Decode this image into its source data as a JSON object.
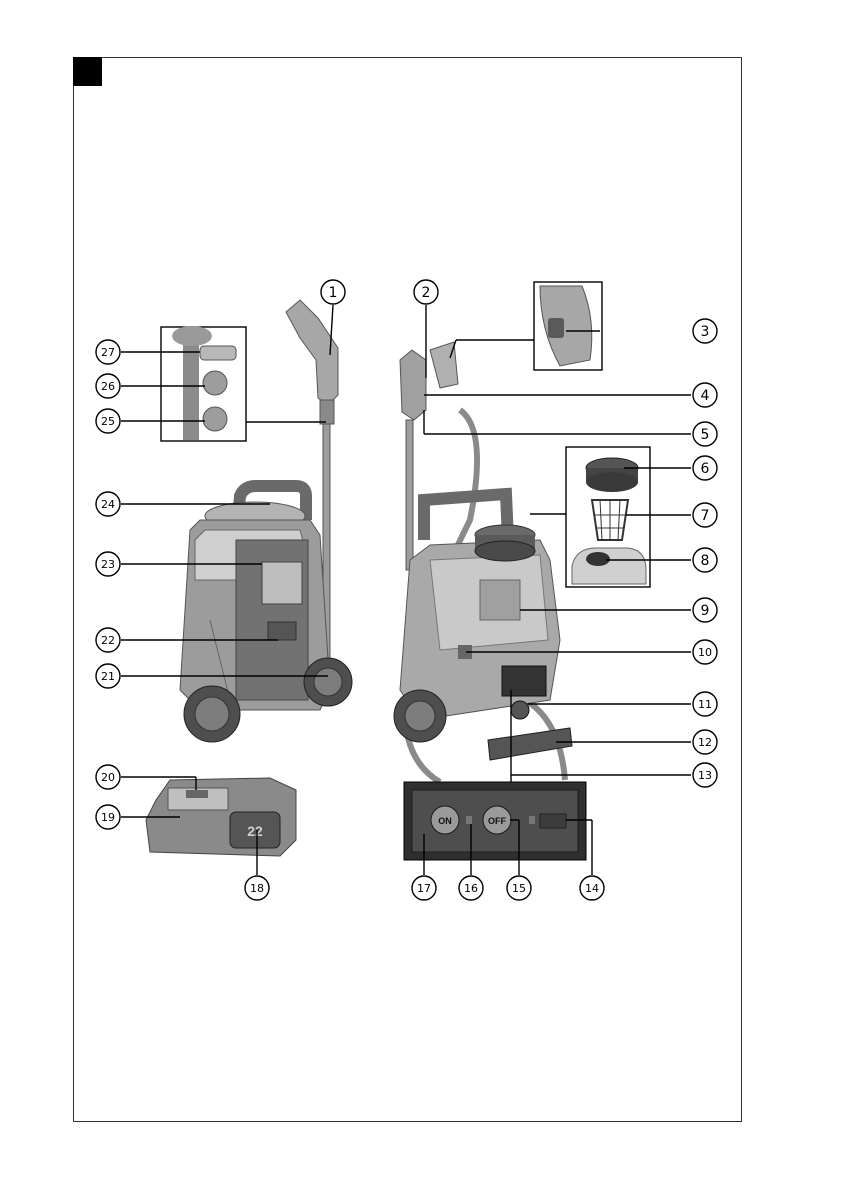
{
  "callouts": [
    {
      "id": "1",
      "label": "1"
    },
    {
      "id": "2",
      "label": "2"
    },
    {
      "id": "3",
      "label": "3"
    },
    {
      "id": "4",
      "label": "4"
    },
    {
      "id": "5",
      "label": "5"
    },
    {
      "id": "6",
      "label": "6"
    },
    {
      "id": "7",
      "label": "7"
    },
    {
      "id": "8",
      "label": "8"
    },
    {
      "id": "9",
      "label": "9"
    },
    {
      "id": "10",
      "label": "10"
    },
    {
      "id": "11",
      "label": "11"
    },
    {
      "id": "12",
      "label": "12"
    },
    {
      "id": "13",
      "label": "13"
    },
    {
      "id": "14",
      "label": "14"
    },
    {
      "id": "15",
      "label": "15"
    },
    {
      "id": "16",
      "label": "16"
    },
    {
      "id": "17",
      "label": "17"
    },
    {
      "id": "18",
      "label": "18"
    },
    {
      "id": "19",
      "label": "19"
    },
    {
      "id": "20",
      "label": "20"
    },
    {
      "id": "21",
      "label": "21"
    },
    {
      "id": "22",
      "label": "22"
    },
    {
      "id": "23",
      "label": "23"
    },
    {
      "id": "24",
      "label": "24"
    },
    {
      "id": "25",
      "label": "25"
    },
    {
      "id": "26",
      "label": "26"
    },
    {
      "id": "27",
      "label": "27"
    }
  ],
  "control_panel": {
    "on_label": "ON",
    "off_label": "OFF"
  },
  "battery_marking": "22",
  "colors": {
    "body": "#8f8f8f",
    "body_light": "#b9b9b9",
    "body_dark": "#5a5a5a",
    "tank": "#c9c9c9",
    "panel": "#3a3a3a",
    "button": "#9a9a9a",
    "line": "#000000"
  }
}
